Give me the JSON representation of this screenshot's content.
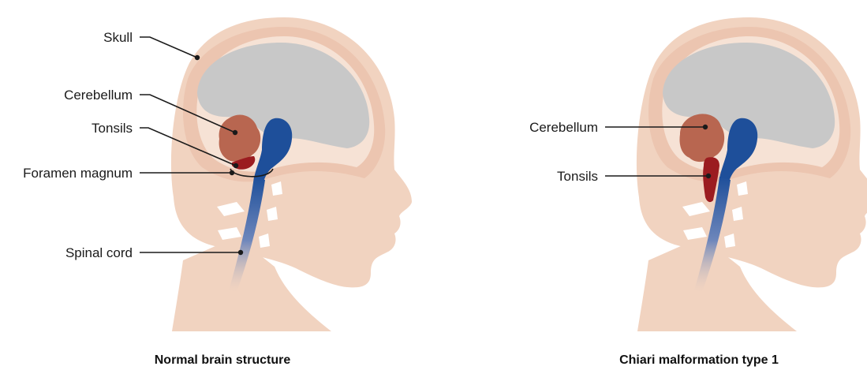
{
  "panels": [
    {
      "caption": "Normal brain structure",
      "labels": {
        "skull": "Skull",
        "cerebellum": "Cerebellum",
        "tonsils": "Tonsils",
        "foramen_magnum": "Foramen magnum",
        "spinal_cord": "Spinal cord"
      }
    },
    {
      "caption": "Chiari malformation type 1",
      "labels": {
        "cerebellum": "Cerebellum",
        "tonsils": "Tonsils"
      }
    }
  ],
  "colors": {
    "skin": "#f1d3c0",
    "skull_ring": "#ecc5b0",
    "brain": "#c8c8c8",
    "cerebellum": "#b86650",
    "tonsils": "#9b1c20",
    "brainstem": "#1e4f9a",
    "vertebra": "#ffffff"
  }
}
